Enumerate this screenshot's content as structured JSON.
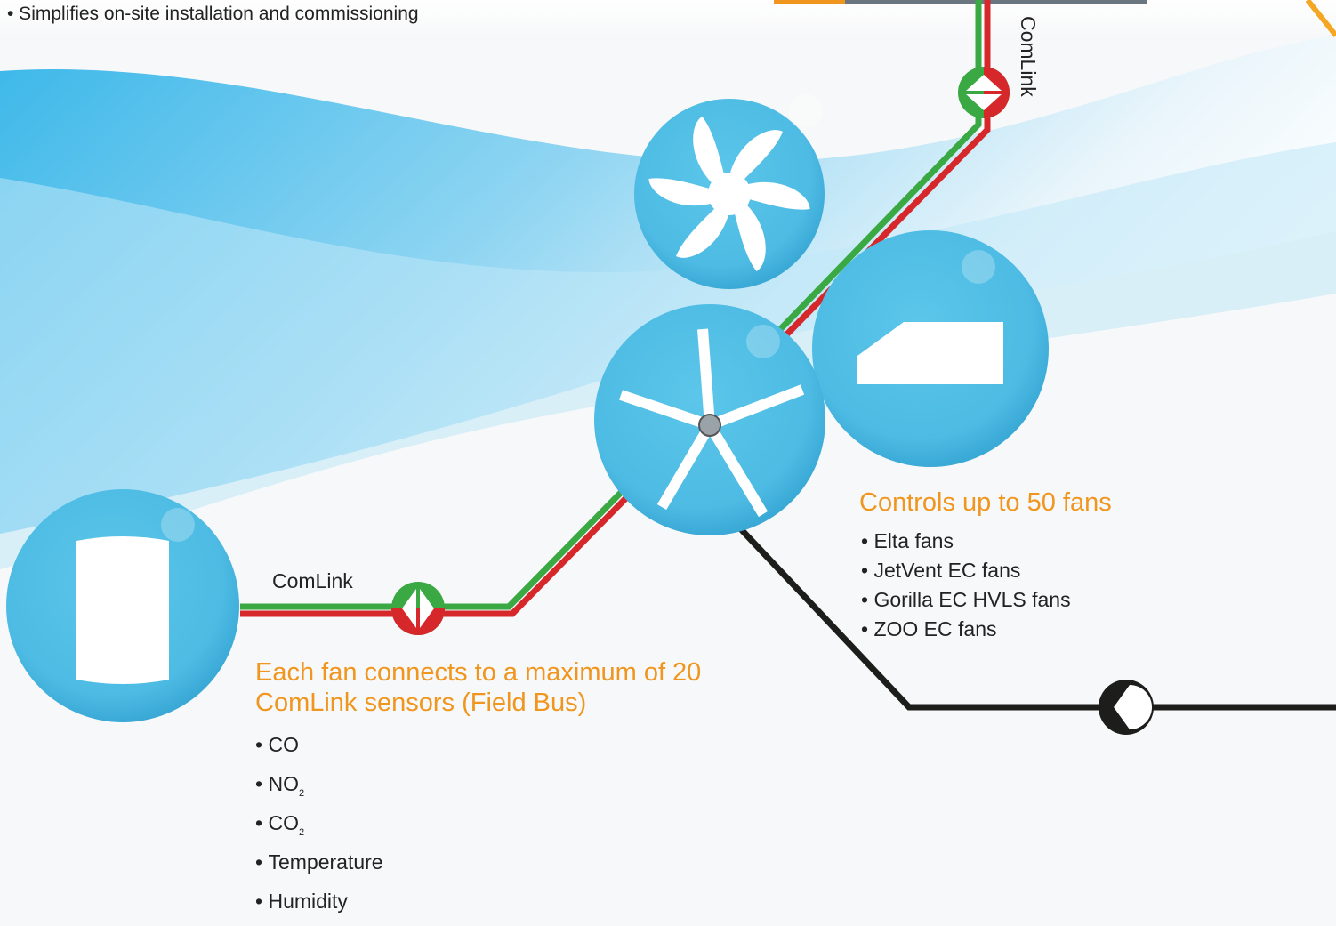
{
  "intro": {
    "bullet": "• Simplifies on-site installation and commissioning"
  },
  "connections": {
    "comlink_label_horizontal": "ComLink",
    "comlink_label_vertical": "ComLink"
  },
  "fans": {
    "heading": "Controls up to 50 fans",
    "items": [
      "Elta fans",
      "JetVent EC fans",
      "Gorilla EC HVLS fans",
      "ZOO EC fans"
    ]
  },
  "sensors": {
    "heading": "Each fan connects to a maximum of 20 ComLink sensors (Field Bus)",
    "items": [
      {
        "text": "CO",
        "sub": ""
      },
      {
        "text": "NO",
        "sub": "2"
      },
      {
        "text": "CO",
        "sub": "2"
      },
      {
        "text": "Temperature",
        "sub": ""
      },
      {
        "text": "Humidity",
        "sub": ""
      }
    ]
  },
  "colors": {
    "accent": "#f0961e",
    "bubble": "#56c1e5",
    "line_green": "#3aa843",
    "line_red": "#d6282b",
    "bus_black": "#1d1d1b"
  },
  "icons": [
    "fan-blade-icon",
    "duct-fan-icon",
    "hvls-fan-icon",
    "sensor-icon",
    "comlink-connector-icon",
    "bus-connector-icon"
  ]
}
